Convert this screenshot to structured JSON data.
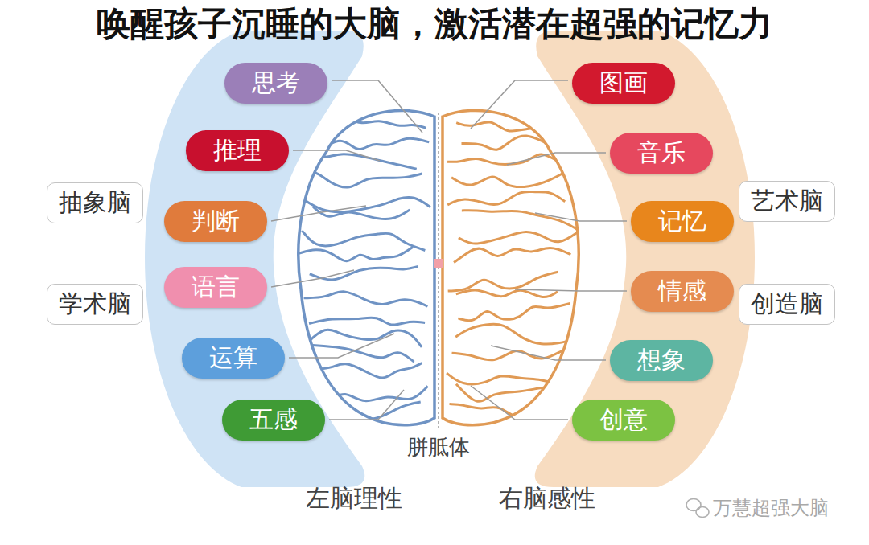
{
  "diagram": {
    "title": "唤醒孩子沉睡的大脑，激活潜在超强的记忆力",
    "nodes": [
      {
        "text": [
          "思考"
        ]
      },
      {
        "text": [
          "推理"
        ]
      },
      {
        "text": [
          "判断"
        ]
      },
      {
        "text": [
          "语言"
        ]
      },
      {
        "text": [
          "运算"
        ]
      },
      {
        "text": [
          "五感"
        ]
      },
      {
        "text": [
          "抽象脑"
        ]
      },
      {
        "text": [
          "学术脑"
        ]
      },
      {
        "text": [
          "图画"
        ]
      },
      {
        "text": [
          "音乐"
        ]
      },
      {
        "text": [
          "记忆"
        ]
      },
      {
        "text": [
          "情感"
        ]
      },
      {
        "text": [
          "想象"
        ]
      },
      {
        "text": [
          "创意"
        ]
      },
      {
        "text": [
          "艺术脑"
        ]
      },
      {
        "text": [
          "创造脑"
        ]
      }
    ],
    "labels": [
      "胼胝体",
      "左脑理性",
      "右脑感性",
      "万慧超强大脑"
    ]
  }
}
